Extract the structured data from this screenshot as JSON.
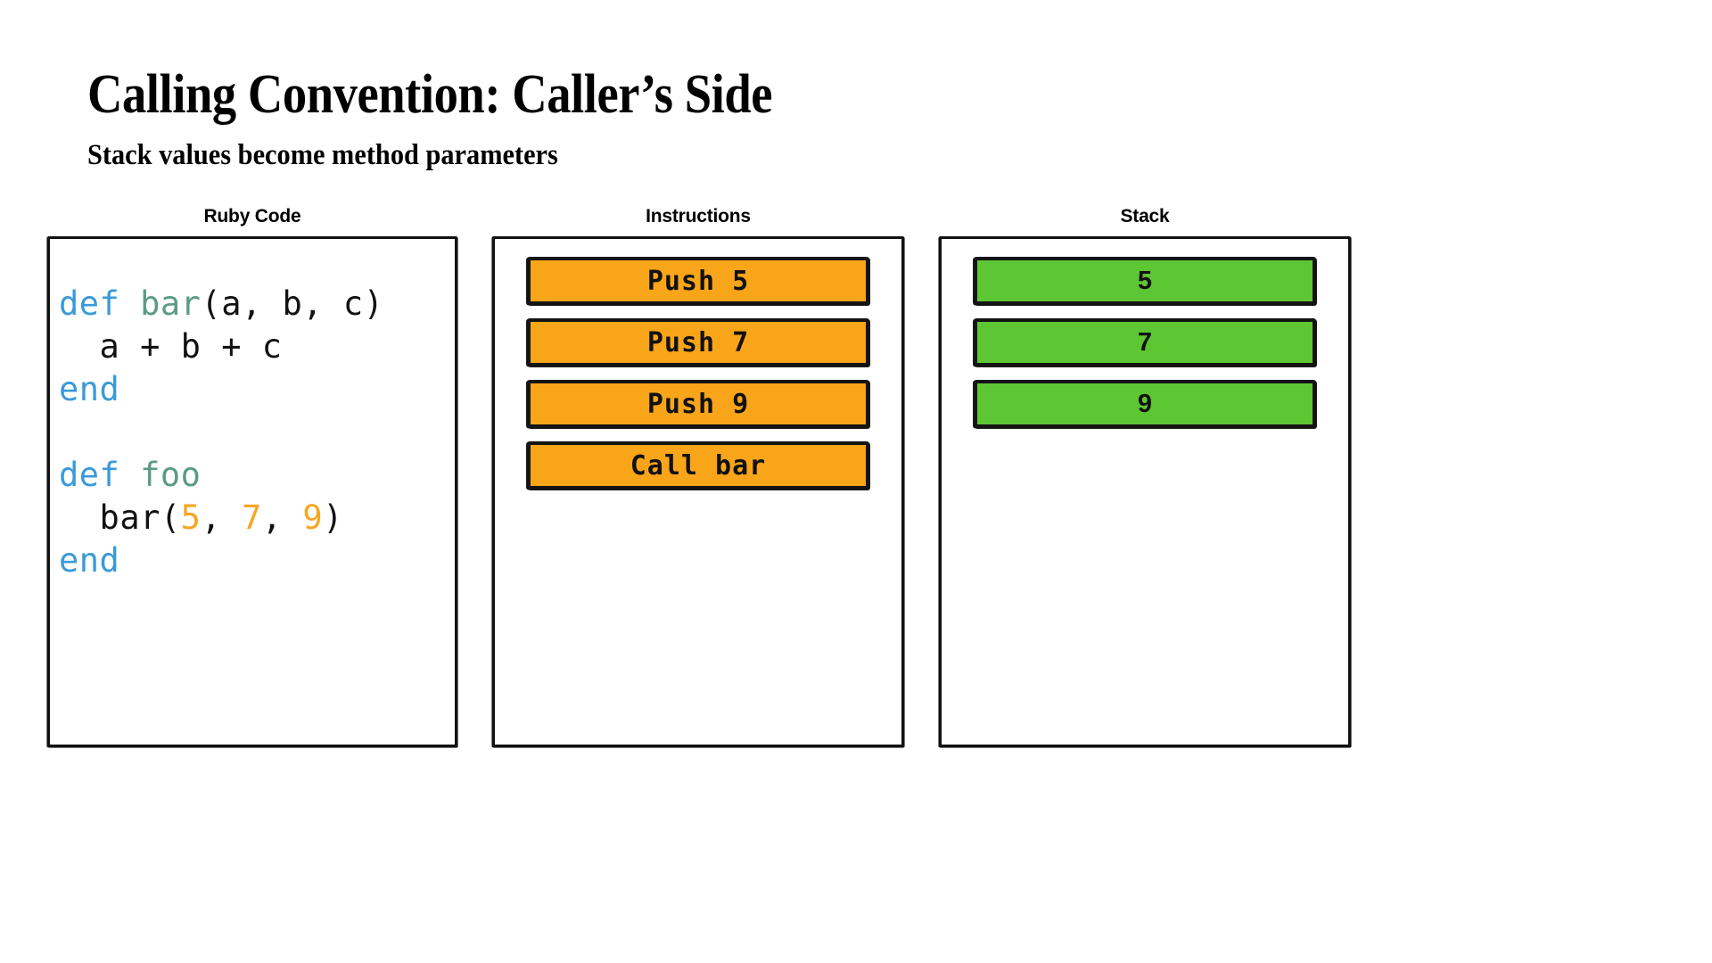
{
  "slide": {
    "title": "Calling Convention: Caller’s Side",
    "subtitle": "Stack values become method parameters"
  },
  "columns": {
    "code": {
      "label": "Ruby Code",
      "lines": [
        [
          {
            "t": "def",
            "c": "kw"
          },
          {
            "t": " ",
            "c": "pl"
          },
          {
            "t": "bar",
            "c": "fn"
          },
          {
            "t": "(a, b, c)",
            "c": "pl"
          }
        ],
        [
          {
            "t": "  a + b + c",
            "c": "pl"
          }
        ],
        [
          {
            "t": "end",
            "c": "kw"
          }
        ],
        [
          {
            "t": "",
            "c": "pl"
          }
        ],
        [
          {
            "t": "def",
            "c": "kw"
          },
          {
            "t": " ",
            "c": "pl"
          },
          {
            "t": "foo",
            "c": "fn"
          }
        ],
        [
          {
            "t": "  bar(",
            "c": "pl"
          },
          {
            "t": "5",
            "c": "num"
          },
          {
            "t": ", ",
            "c": "pl"
          },
          {
            "t": "7",
            "c": "num"
          },
          {
            "t": ", ",
            "c": "pl"
          },
          {
            "t": "9",
            "c": "num"
          },
          {
            "t": ")",
            "c": "pl"
          }
        ],
        [
          {
            "t": "end",
            "c": "kw"
          }
        ]
      ],
      "plain_text": "def bar(a, b, c)\n  a + b + c\nend\n\ndef foo\n  bar(5, 7, 9)\nend"
    },
    "instructions": {
      "label": "Instructions",
      "items": [
        {
          "label": "Push 5"
        },
        {
          "label": "Push 7"
        },
        {
          "label": "Push 9"
        },
        {
          "label": "Call bar"
        }
      ]
    },
    "stack": {
      "label": "Stack",
      "items": [
        {
          "label": "5"
        },
        {
          "label": "7"
        },
        {
          "label": "9"
        }
      ]
    }
  },
  "colors": {
    "instruction_chip": "#f9a51a",
    "stack_chip": "#5dc633",
    "keyword": "#3a9ad9",
    "method_name": "#5b9b86",
    "number_literal": "#f5a623",
    "border": "#141414",
    "background": "#ffffff"
  }
}
